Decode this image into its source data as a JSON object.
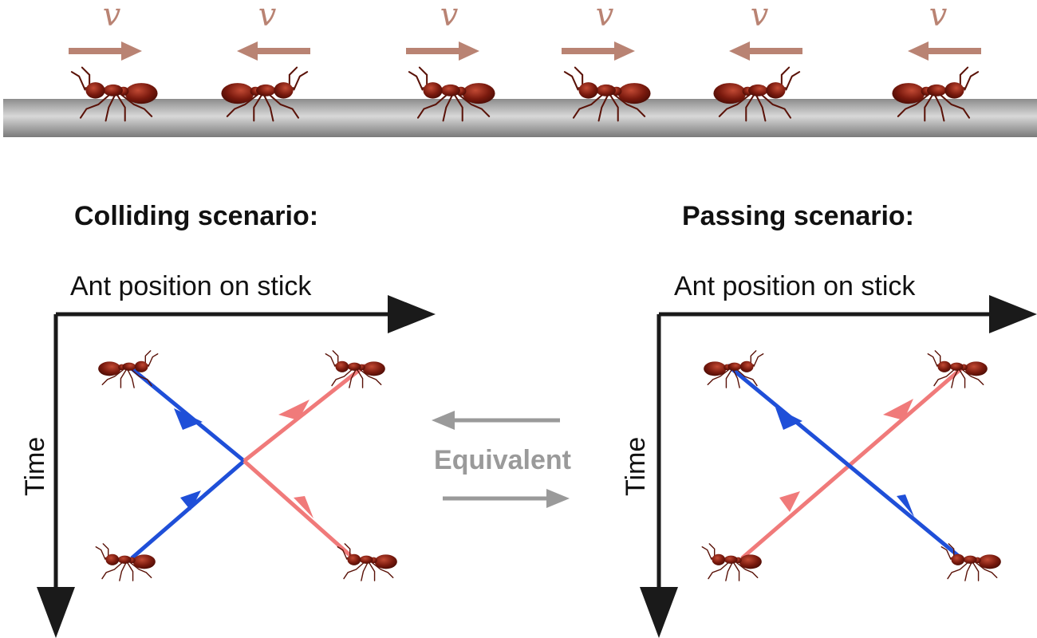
{
  "top": {
    "velocity_symbol": "v",
    "ants": [
      {
        "direction": "right"
      },
      {
        "direction": "left"
      },
      {
        "direction": "right"
      },
      {
        "direction": "right"
      },
      {
        "direction": "left"
      },
      {
        "direction": "left"
      }
    ]
  },
  "colliding": {
    "title": "Colliding scenario:",
    "x_axis_label": "Ant position on stick",
    "y_axis_label": "Time"
  },
  "passing": {
    "title": "Passing scenario:",
    "x_axis_label": "Ant position on stick",
    "y_axis_label": "Time"
  },
  "equivalence": {
    "label": "Equivalent"
  },
  "colors": {
    "ant_body": "#7a1a0e",
    "arrow_velocity": "#b98373",
    "blue_path": "#1f4fd8",
    "pink_path": "#f07a7a",
    "equivalent_gray": "#9a9a9a",
    "stick": "#b8b8b8",
    "axis": "#1a1a1a"
  },
  "icons": {
    "ant": "ant-icon",
    "stick": "stick",
    "arrow": "arrow-icon"
  }
}
